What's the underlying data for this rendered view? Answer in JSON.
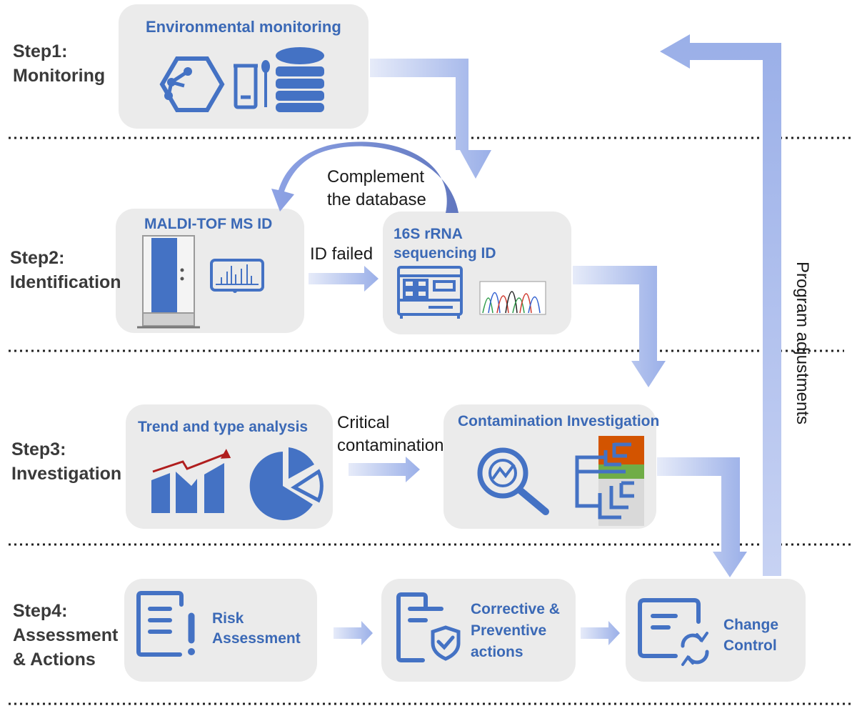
{
  "steps": {
    "s1": {
      "label": "Step1:",
      "name": "Monitoring"
    },
    "s2": {
      "label": "Step2:",
      "name": "Identification"
    },
    "s3": {
      "label": "Step3:",
      "name": "Investigation"
    },
    "s4": {
      "label": "Step4:",
      "name_line1": "Assessment",
      "name_line2": "& Actions"
    }
  },
  "boxes": {
    "env": {
      "title": "Environmental monitoring"
    },
    "maldi": {
      "title": "MALDI-TOF MS ID"
    },
    "rrna": {
      "title_line1": "16S rRNA",
      "title_line2": "sequencing ID"
    },
    "trend": {
      "title": "Trend and type analysis"
    },
    "contam": {
      "title": "Contamination Investigation"
    },
    "risk": {
      "title_line1": "Risk",
      "title_line2": "Assessment"
    },
    "capa": {
      "title_line1": "Corrective &",
      "title_line2": "Preventive",
      "title_line3": "actions"
    },
    "change": {
      "title_line1": "Change",
      "title_line2": "Control"
    }
  },
  "labels": {
    "complement_line1": "Complement",
    "complement_line2": "the database",
    "id_failed": "ID failed",
    "critical_line1": "Critical",
    "critical_line2": "contamination",
    "program_adjustments": "Program adjustments"
  },
  "colors": {
    "accent_blue": "#3b69b6",
    "icon_blue": "#4472c4",
    "box_gray": "#ebebeb",
    "arrow_light": "#dfe5f7",
    "arrow_dark": "#8ea4e6",
    "trend_red": "#b01e1e",
    "tree_orange": "#d35400",
    "tree_green": "#70ad47"
  },
  "icons": {
    "env": [
      "network-hexagon-icon",
      "sample-tube-icon",
      "swab-icon",
      "database-icon"
    ],
    "maldi": [
      "ms-instrument-icon",
      "spectrum-icon"
    ],
    "rrna": [
      "sequencer-icon",
      "chromatogram-icon"
    ],
    "trend": [
      "trend-bar-chart-icon",
      "pie-chart-icon"
    ],
    "contam": [
      "magnifier-trend-icon",
      "phylogenetic-tree-icon"
    ],
    "risk": "risk-document-icon",
    "capa": "shield-document-icon",
    "change": "change-document-icon"
  }
}
